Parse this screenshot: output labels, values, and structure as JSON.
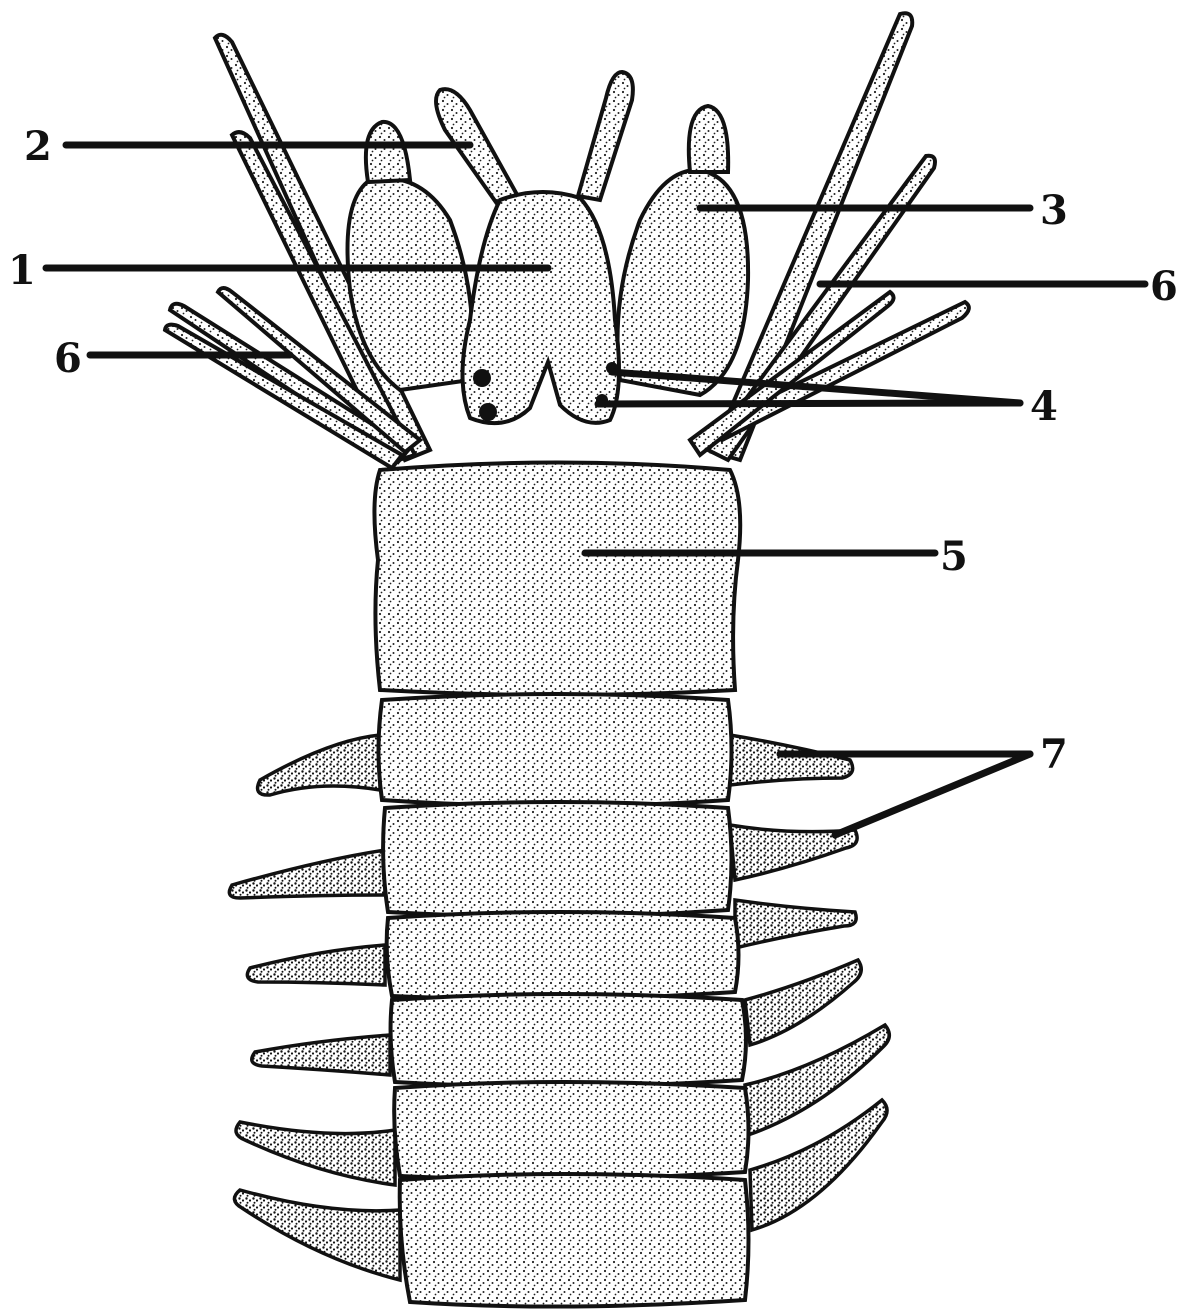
{
  "figure": {
    "subject": "polychaete-worm-anterior-dorsal-view",
    "labels": [
      {
        "key": "prostomium",
        "text": "1"
      },
      {
        "key": "antenna",
        "text": "2"
      },
      {
        "key": "palp",
        "text": "3"
      },
      {
        "key": "eyes",
        "text": "4"
      },
      {
        "key": "peristomium",
        "text": "5"
      },
      {
        "key": "tentacular-cirri-right",
        "text": "6"
      },
      {
        "key": "tentacular-cirri-left",
        "text": "6"
      },
      {
        "key": "parapodia",
        "text": "7"
      }
    ],
    "colors": {
      "ink": "#111111",
      "body": "#d9d9d9",
      "background": "#ffffff"
    }
  }
}
